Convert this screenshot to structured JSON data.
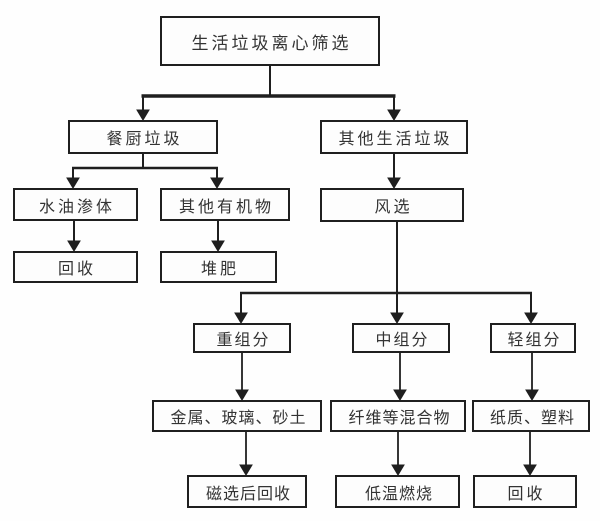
{
  "diagram": {
    "type": "flowchart",
    "background_color": "#fefefe",
    "line_color": "#1f1f1f",
    "box_border_color": "#1f1f1f",
    "text_color": "#333333",
    "nodes": {
      "root": "生活垃圾离心筛选",
      "kitchen_waste": "餐厨垃圾",
      "other_household_waste": "其他生活垃圾",
      "water_oil_leachate": "水油渗体",
      "other_organics": "其他有机物",
      "air_separation": "风选",
      "recycle_left": "回收",
      "compost": "堆肥",
      "heavy_fraction": "重组分",
      "medium_fraction": "中组分",
      "light_fraction": "轻组分",
      "metal_glass_sand": "金属、玻璃、砂土",
      "fiber_mixture": "纤维等混合物",
      "paper_plastic": "纸质、塑料",
      "magnetic_recycle": "磁选后回收",
      "low_temp_burn": "低温燃烧",
      "recycle_right": "回收"
    },
    "edges": [
      {
        "from": "root",
        "to": "kitchen_waste"
      },
      {
        "from": "root",
        "to": "other_household_waste"
      },
      {
        "from": "kitchen_waste",
        "to": "water_oil_leachate"
      },
      {
        "from": "kitchen_waste",
        "to": "other_organics"
      },
      {
        "from": "water_oil_leachate",
        "to": "recycle_left"
      },
      {
        "from": "other_organics",
        "to": "compost"
      },
      {
        "from": "other_household_waste",
        "to": "air_separation"
      },
      {
        "from": "air_separation",
        "to": "heavy_fraction"
      },
      {
        "from": "air_separation",
        "to": "medium_fraction"
      },
      {
        "from": "air_separation",
        "to": "light_fraction"
      },
      {
        "from": "heavy_fraction",
        "to": "metal_glass_sand"
      },
      {
        "from": "medium_fraction",
        "to": "fiber_mixture"
      },
      {
        "from": "light_fraction",
        "to": "paper_plastic"
      },
      {
        "from": "metal_glass_sand",
        "to": "magnetic_recycle"
      },
      {
        "from": "fiber_mixture",
        "to": "low_temp_burn"
      },
      {
        "from": "paper_plastic",
        "to": "recycle_right"
      }
    ]
  }
}
